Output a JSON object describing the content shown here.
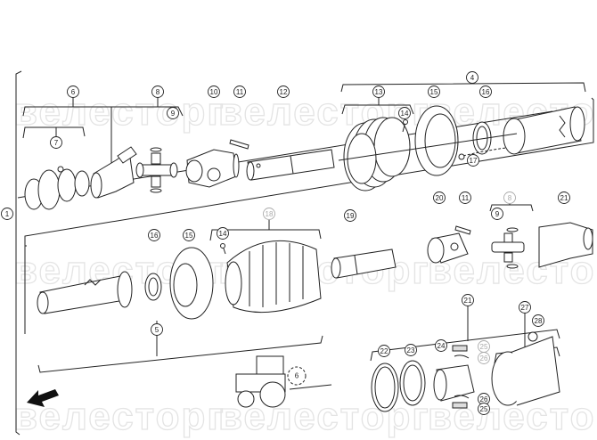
{
  "watermark": "велесторг",
  "callouts": {
    "c1": "1",
    "c4": "4",
    "c5": "5",
    "c6": "6",
    "c7": "7",
    "c8": "8",
    "c9": "9",
    "c10": "10",
    "c11": "11",
    "c12": "12",
    "c13": "13",
    "c14": "14",
    "c15": "15",
    "c16": "16",
    "c17": "17",
    "c18": "18",
    "c19": "19",
    "c20": "20",
    "c21": "21",
    "c22": "22",
    "c23": "23",
    "c24": "24",
    "c25": "25",
    "c26": "26",
    "c27": "27",
    "c28": "28"
  },
  "tractor_label": "6"
}
